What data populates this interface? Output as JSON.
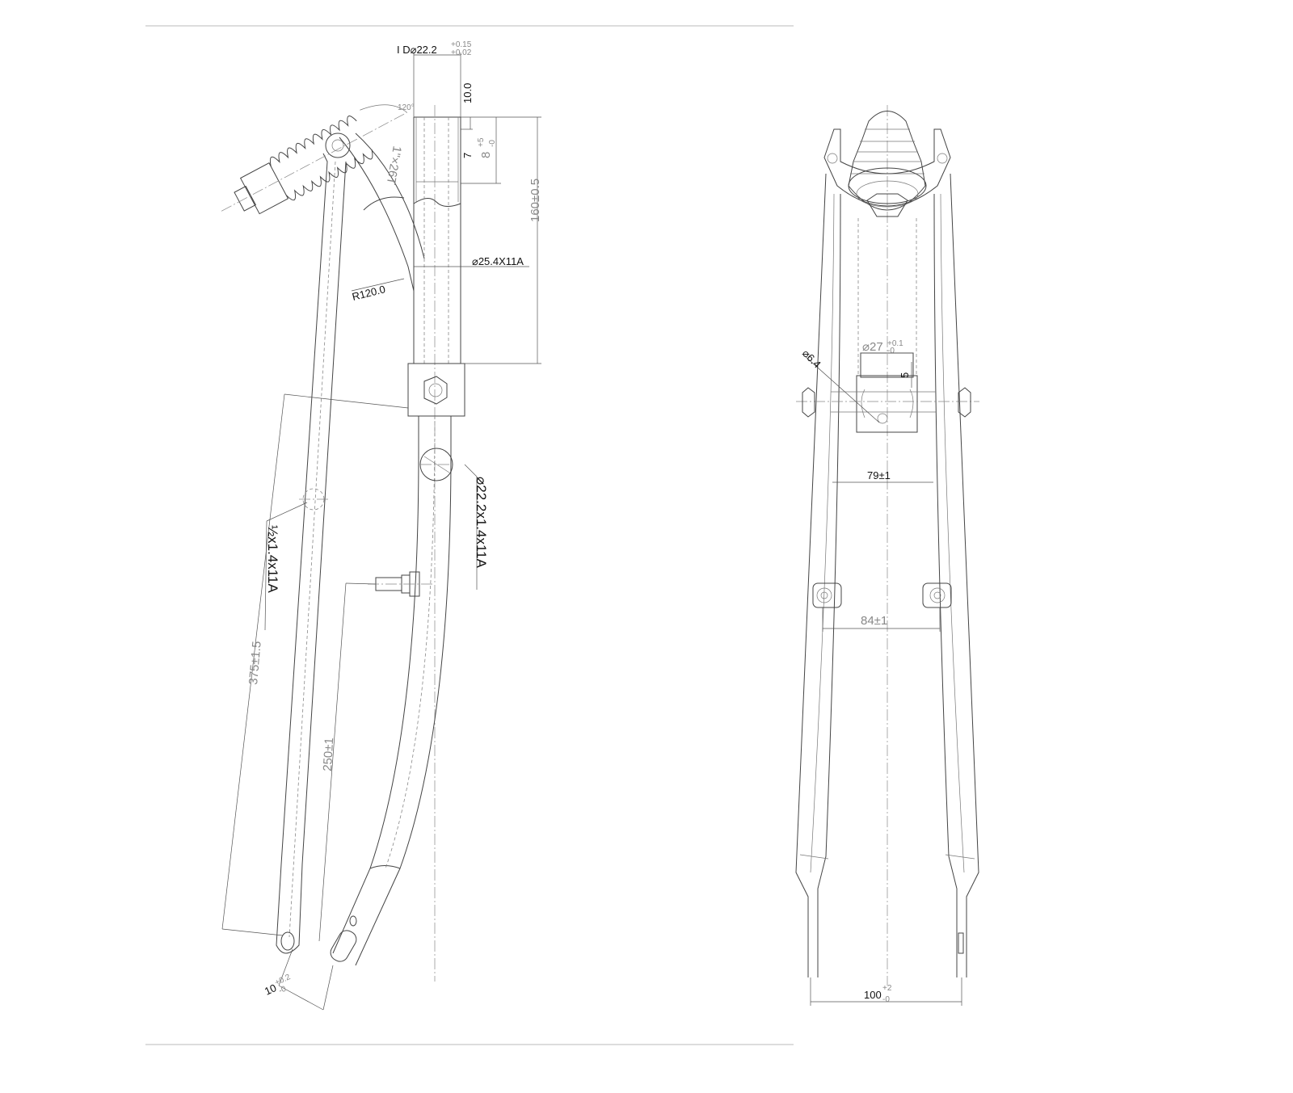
{
  "side_view": {
    "id_label": "I D⌀22.2",
    "id_tol_upper": "+0.15",
    "id_tol_lower": "+0.02",
    "dim_10": "10.0",
    "dim_7": "7",
    "dim_8": "8",
    "dim_8_tol_upper": "+5",
    "dim_8_tol_lower": "-0",
    "dim_160": "160±0.5",
    "steerer_label": "⌀25.4X11A",
    "thread_label": "1\"×26T",
    "angle_label": "120°",
    "radius_label": "R120.0",
    "blade_label": "⌀22.2x1.4x11A",
    "brace_label": "½x1.4x11A",
    "dim_375": "375±1.5",
    "dim_250": "250±1",
    "dropout_label": "10",
    "dropout_tol_upper": "+0.2",
    "dropout_tol_lower": "-0"
  },
  "front_view": {
    "hole_label": "⌀6.4",
    "bore_label": "⌀27",
    "bore_tol_upper": "+0.1",
    "bore_tol_lower": "-0",
    "dim_5": "5",
    "dim_79": "79±1",
    "dim_84": "84±1",
    "dim_100": "100",
    "dim_100_tol_upper": "+2",
    "dim_100_tol_lower": "-0"
  }
}
